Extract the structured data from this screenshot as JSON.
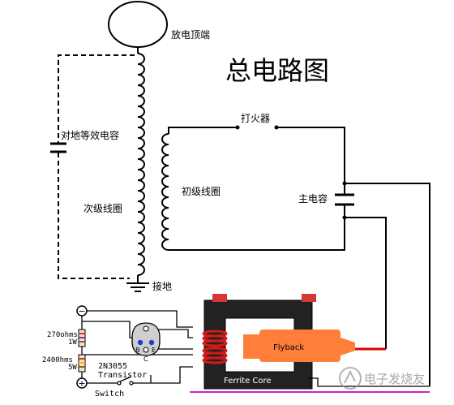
{
  "title": "总电路图",
  "labels": {
    "discharge_terminal": "放电顶端",
    "ground_capacitance": "对地等效电容",
    "secondary_coil": "次级线圈",
    "ground": "接地",
    "spark_gap": "打火器",
    "primary_coil": "初级线圈",
    "main_capacitor": "主电容"
  },
  "driver": {
    "minus_sign": "−",
    "plus_sign": "+",
    "resistor1_value": "270ohms",
    "resistor1_power": "1W",
    "resistor2_value": "2400hms",
    "resistor2_power": "5W",
    "transistor_part": "2N3055",
    "transistor_label": "Transistor",
    "pin_b": "B",
    "pin_e": "E",
    "pin_c": "C",
    "switch_label": "Switch",
    "flyback_label": "Flyback",
    "core_label": "Ferrite Core"
  },
  "watermark": "电子发烧友",
  "colors": {
    "wire": "#000000",
    "flyback": "#ff7f3a",
    "winding": "#d31a1a",
    "hv_lead": "#d80000",
    "switch_line": "#cc22cc",
    "transistor_pin": "#1a3fd0",
    "core_fill": "#222222"
  }
}
